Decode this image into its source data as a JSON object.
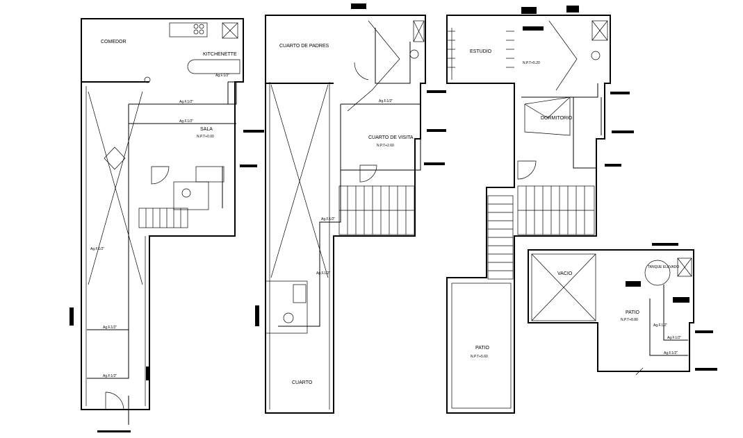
{
  "colors": {
    "ink": "#000000",
    "paper": "#ffffff"
  },
  "plans": {
    "first_floor": {
      "rooms": {
        "dining": "COMEDOR",
        "kitchenette": "KITCHENETTE",
        "living": "SALA",
        "living_level": "N.P.T+0.00"
      },
      "pipes": {
        "p1": "Ag.F.1/2\"",
        "p2": "Ag.F.1/2\"",
        "p3": "Ag.F.1/2\"",
        "p4": "Ag.F.1/2\"",
        "p5": "Ag.F.1/2\"",
        "p6": "Ag.F.1/2\""
      }
    },
    "second_floor": {
      "rooms": {
        "master": "CUARTO DE PADRES",
        "guest": "CUARTO DE VISITA",
        "guest_level": "N.P.T+2.60",
        "room": "CUARTO"
      },
      "pipes": {
        "p1": "Ag.F.1/2\"",
        "p2": "Ag.F.1/2\"",
        "p3": "Ag.F.1/2\""
      }
    },
    "third_floor": {
      "rooms": {
        "study": "ESTUDIO",
        "study_level": "N.P.T+5.20",
        "bedroom": "DORMITORIO",
        "patio": "PATIO",
        "patio_level": "N.P.T+5.60"
      }
    },
    "roof": {
      "rooms": {
        "void": "VACIO",
        "tank": "TANQUE ELEVADO",
        "patio": "PATIO",
        "patio_level": "N.P.T+8.80"
      },
      "pipes": {
        "p1": "Ag.F.1/2\"",
        "p2": "Ag.F.1/2\"",
        "p3": "Ag.F.1/2\""
      }
    }
  }
}
